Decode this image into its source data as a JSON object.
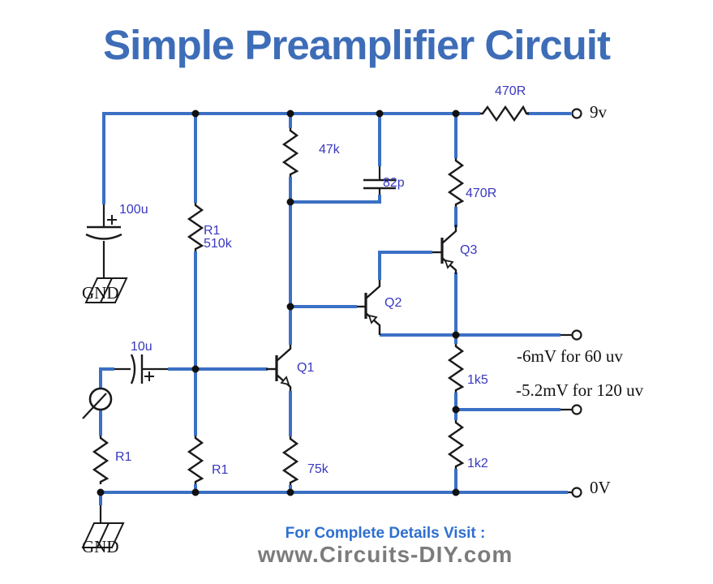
{
  "title": "Simple Preamplifier Circuit",
  "colors": {
    "wire": "#3b70c4",
    "component": "#1a1a1a",
    "component_label": "#3838c0",
    "title": "#3e6db8",
    "footer_heading": "#2e6fd0",
    "footer_url": "#7c7c7c"
  },
  "components": {
    "r470_top": "470R",
    "r47k": "47k",
    "c82p": "82p",
    "r470_v": "470R",
    "r1_name": "R1",
    "r1_value": "510k",
    "c100u": "100u",
    "c10u": "10u",
    "q1": "Q1",
    "q2": "Q2",
    "q3": "Q3",
    "r1k5": "1k5",
    "r1k2": "1k2",
    "r1_left": "R1",
    "r1_mid": "R1",
    "r75k": "75k"
  },
  "nodes": {
    "vcc": "9v",
    "zero": "0V",
    "out1": "-6mV for 60 uv",
    "out2": "-5.2mV for 120 uv",
    "gnd1": "GND",
    "gnd2": "GND"
  },
  "footer": {
    "heading": "For Complete Details Visit :",
    "url": "www.Circuits-DIY.com"
  }
}
